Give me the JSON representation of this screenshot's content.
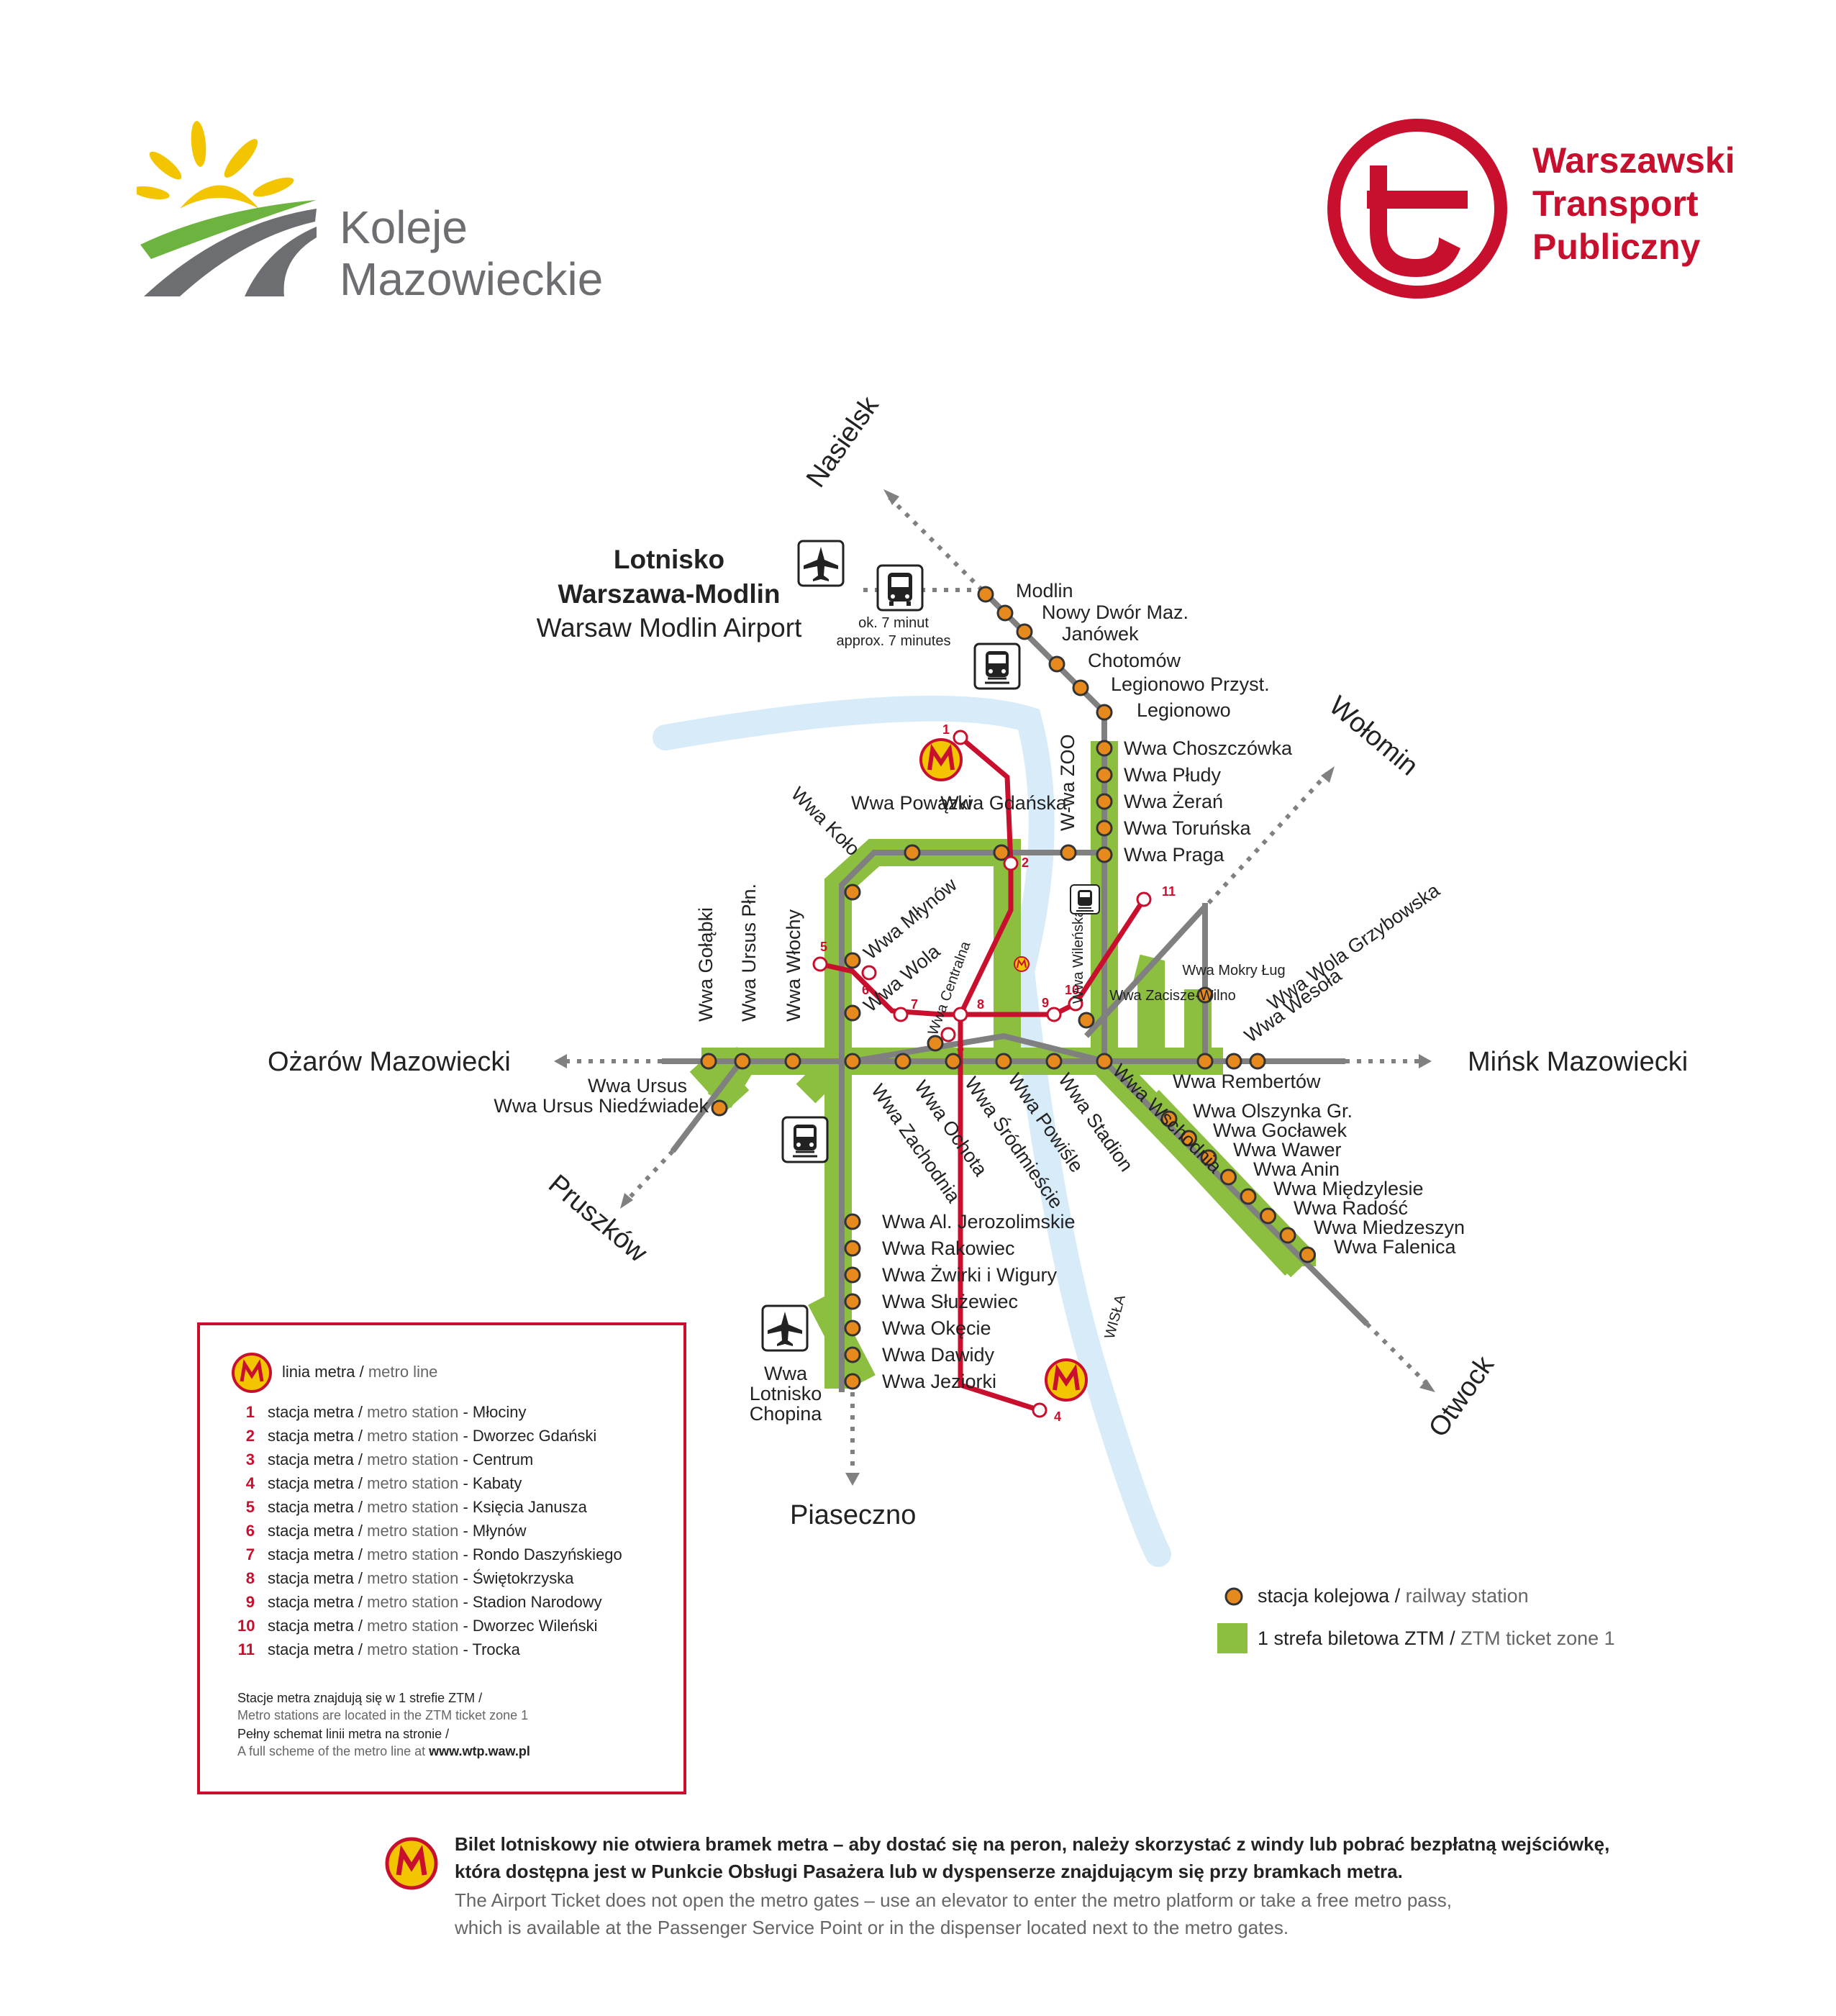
{
  "logos": {
    "km": {
      "line1": "Koleje",
      "line2": "Mazowieckie"
    },
    "wtp": {
      "line1": "Warszawski",
      "line2": "Transport",
      "line3": "Publiczny"
    }
  },
  "airport": {
    "name_pl_1": "Lotnisko",
    "name_pl_2": "Warszawa-Modlin",
    "name_en": "Warsaw Modlin Airport",
    "bus_time_pl": "ok. 7 minut",
    "bus_time_en": "approx. 7 minutes",
    "chopin_1": "Wwa",
    "chopin_2": "Lotnisko",
    "chopin_3": "Chopina"
  },
  "directions": {
    "nasielsk": "Nasielsk",
    "wolomin": "Wołomin",
    "ozarow": "Ożarów Mazowiecki",
    "minsk": "Mińsk Mazowiecki",
    "pruszkow": "Pruszków",
    "otwock": "Otwock",
    "piaseczno": "Piaseczno",
    "river": "WISŁA"
  },
  "stations": {
    "north": [
      "Modlin",
      "Nowy Dwór Maz.",
      "Janówek",
      "Chotomów",
      "Legionowo Przyst.",
      "Legionowo"
    ],
    "northcity": [
      "Wwa Choszczówka",
      "Wwa Płudy",
      "Wwa Żerań",
      "Wwa Toruńska",
      "Wwa Praga"
    ],
    "vertical": [
      "Wwa Koło",
      "Wwa Powązki",
      "Wwa Gdańska",
      "W-wa ZOO",
      "Wwa Gołąbki",
      "Wwa Ursus Płn.",
      "Wwa Włochy",
      "Wwa Młynów",
      "Wwa Wola",
      "Wwa Centralna",
      "Wwa Wileńska",
      "Wwa Zacisze-Wilno",
      "Wwa Mokry Ług",
      "Wwa Wesoła",
      "Wwa Wola Grzybowska"
    ],
    "central": [
      "Wwa Zachodnia",
      "Wwa Ochota",
      "Wwa Śródmieście",
      "Wwa Powiśle",
      "Wwa Stadion",
      "Wwa Wschodnia",
      "Wwa Rembertów",
      "Wwa Ursus",
      "Wwa Ursus Niedźwiadek"
    ],
    "southeast": [
      "Wwa Olszynka Gr.",
      "Wwa Gocławek",
      "Wwa Wawer",
      "Wwa Anin",
      "Wwa Międzylesie",
      "Wwa Radość",
      "Wwa Miedzeszyn",
      "Wwa Falenica"
    ],
    "south": [
      "Wwa Al. Jerozolimskie",
      "Wwa Rakowiec",
      "Wwa Żwirki i Wigury",
      "Wwa Służewiec",
      "Wwa Okęcie",
      "Wwa Dawidy",
      "Wwa Jeziorki"
    ]
  },
  "metro_numbers": [
    "1",
    "2",
    "3",
    "4",
    "5",
    "6",
    "7",
    "8",
    "9",
    "10",
    "11"
  ],
  "legend": {
    "metro_line_pl": "linia metra",
    "metro_line_en": "metro line",
    "station_pl": "stacja metra",
    "station_en": "metro station",
    "items": [
      {
        "num": "1",
        "name": "Młociny"
      },
      {
        "num": "2",
        "name": "Dworzec Gdański"
      },
      {
        "num": "3",
        "name": "Centrum"
      },
      {
        "num": "4",
        "name": "Kabaty"
      },
      {
        "num": "5",
        "name": "Księcia Janusza"
      },
      {
        "num": "6",
        "name": "Młynów"
      },
      {
        "num": "7",
        "name": "Rondo Daszyńskiego"
      },
      {
        "num": "8",
        "name": "Świętokrzyska"
      },
      {
        "num": "9",
        "name": "Stadion Narodowy"
      },
      {
        "num": "10",
        "name": "Dworzec Wileński"
      },
      {
        "num": "11",
        "name": "Trocka"
      }
    ],
    "note1_pl": "Stacje metra znajdują się w 1 strefie  ZTM /",
    "note1_en": "Metro stations are located in the ZTM ticket zone 1",
    "note2_pl": "Pełny schemat linii metra na stronie /",
    "note2_en_prefix": "A full scheme of the metro line at",
    "note2_url": "www.wtp.waw.pl"
  },
  "key": {
    "railway_pl": "stacja kolejowa",
    "railway_en": "railway station",
    "zone_pl": "1 strefa biletowa ZTM",
    "zone_en": "ZTM ticket zone 1"
  },
  "notice": {
    "pl_1": "Bilet lotniskowy nie otwiera bramek metra – aby dostać się na peron, należy skorzystać z windy lub pobrać bezpłatną wejściówkę,",
    "pl_2": "która dostępna jest w Punkcie Obsługi Pasażera lub w dyspenserze znajdującym się przy bramkach metra.",
    "en_1": "The Airport Ticket does not open the metro gates – use an elevator to enter the metro platform or take a free metro pass,",
    "en_2": "which is available at the Passenger Service Point or in the dispenser located next to the metro gates."
  },
  "colors": {
    "zone": "#8cbf3f",
    "rail": "#808080",
    "metro": "#c8102e",
    "station": "#e68a1e",
    "river": "#d8ebf9",
    "km_green": "#6db33f",
    "km_yellow": "#f2c500",
    "km_grey": "#6d6e71"
  }
}
